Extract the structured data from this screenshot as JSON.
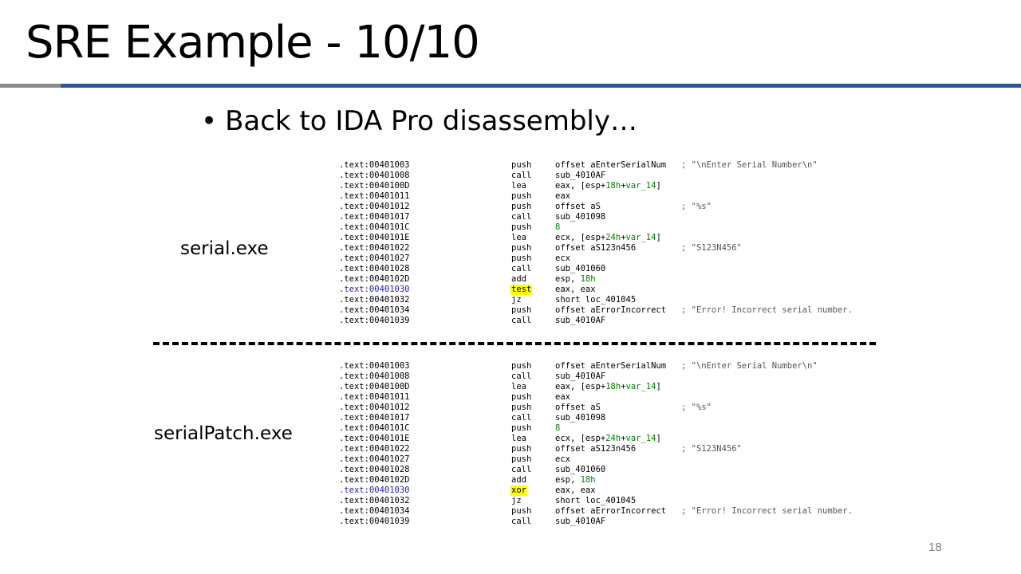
{
  "title": "SRE Example - 10/10",
  "bullet": "Back to IDA Pro disassembly…",
  "bullet_marker": "•",
  "labels": {
    "serial": "serial.exe",
    "patch": "serialPatch.exe"
  },
  "page_number": "18",
  "colors": {
    "accent_rule": "#2f5597",
    "highlight": "#ffff00",
    "address_highlight": "#1f1fb4",
    "immediate": "#008000"
  },
  "blocks": [
    {
      "lines": [
        {
          "addr": ".text:00401003",
          "mnem": "push",
          "oper": "offset aEnterSerialNum",
          "cmt": "; \"\\nEnter Serial Number\\n\""
        },
        {
          "addr": ".text:00401008",
          "mnem": "call",
          "oper": "sub_4010AF",
          "cmt": ""
        },
        {
          "addr": ".text:0040100D",
          "mnem": "lea",
          "oper": "eax, [esp+18h+var_14]",
          "cmt": ""
        },
        {
          "addr": ".text:00401011",
          "mnem": "push",
          "oper": "eax",
          "cmt": ""
        },
        {
          "addr": ".text:00401012",
          "mnem": "push",
          "oper": "offset aS",
          "cmt": "; \"%s\""
        },
        {
          "addr": ".text:00401017",
          "mnem": "call",
          "oper": "sub_401098",
          "cmt": ""
        },
        {
          "addr": ".text:0040101C",
          "mnem": "push",
          "oper": "8",
          "cmt": ""
        },
        {
          "addr": ".text:0040101E",
          "mnem": "lea",
          "oper": "ecx, [esp+24h+var_14]",
          "cmt": ""
        },
        {
          "addr": ".text:00401022",
          "mnem": "push",
          "oper": "offset aS123n456",
          "cmt": "; \"S123N456\""
        },
        {
          "addr": ".text:00401027",
          "mnem": "push",
          "oper": "ecx",
          "cmt": ""
        },
        {
          "addr": ".text:00401028",
          "mnem": "call",
          "oper": "sub_401060",
          "cmt": ""
        },
        {
          "addr": ".text:0040102D",
          "mnem": "add",
          "oper": "esp, 18h",
          "cmt": ""
        },
        {
          "addr": ".text:00401030",
          "mnem": "test",
          "oper": "eax, eax",
          "cmt": "",
          "highlight": true
        },
        {
          "addr": ".text:00401032",
          "mnem": "jz",
          "oper": "short loc_401045",
          "cmt": ""
        },
        {
          "addr": ".text:00401034",
          "mnem": "push",
          "oper": "offset aErrorIncorrect",
          "cmt": "; \"Error! Incorrect serial number."
        },
        {
          "addr": ".text:00401039",
          "mnem": "call",
          "oper": "sub_4010AF",
          "cmt": ""
        }
      ]
    },
    {
      "lines": [
        {
          "addr": ".text:00401003",
          "mnem": "push",
          "oper": "offset aEnterSerialNum",
          "cmt": "; \"\\nEnter Serial Number\\n\""
        },
        {
          "addr": ".text:00401008",
          "mnem": "call",
          "oper": "sub_4010AF",
          "cmt": ""
        },
        {
          "addr": ".text:0040100D",
          "mnem": "lea",
          "oper": "eax, [esp+18h+var_14]",
          "cmt": ""
        },
        {
          "addr": ".text:00401011",
          "mnem": "push",
          "oper": "eax",
          "cmt": ""
        },
        {
          "addr": ".text:00401012",
          "mnem": "push",
          "oper": "offset aS",
          "cmt": "; \"%s\""
        },
        {
          "addr": ".text:00401017",
          "mnem": "call",
          "oper": "sub_401098",
          "cmt": ""
        },
        {
          "addr": ".text:0040101C",
          "mnem": "push",
          "oper": "8",
          "cmt": ""
        },
        {
          "addr": ".text:0040101E",
          "mnem": "lea",
          "oper": "ecx, [esp+24h+var_14]",
          "cmt": ""
        },
        {
          "addr": ".text:00401022",
          "mnem": "push",
          "oper": "offset aS123n456",
          "cmt": "; \"S123N456\""
        },
        {
          "addr": ".text:00401027",
          "mnem": "push",
          "oper": "ecx",
          "cmt": ""
        },
        {
          "addr": ".text:00401028",
          "mnem": "call",
          "oper": "sub_401060",
          "cmt": ""
        },
        {
          "addr": ".text:0040102D",
          "mnem": "add",
          "oper": "esp, 18h",
          "cmt": ""
        },
        {
          "addr": ".text:00401030",
          "mnem": "xor",
          "oper": "eax, eax",
          "cmt": "",
          "highlight": true
        },
        {
          "addr": ".text:00401032",
          "mnem": "jz",
          "oper": "short loc_401045",
          "cmt": ""
        },
        {
          "addr": ".text:00401034",
          "mnem": "push",
          "oper": "offset aErrorIncorrect",
          "cmt": "; \"Error! Incorrect serial number."
        },
        {
          "addr": ".text:00401039",
          "mnem": "call",
          "oper": "sub_4010AF",
          "cmt": ""
        }
      ]
    }
  ]
}
